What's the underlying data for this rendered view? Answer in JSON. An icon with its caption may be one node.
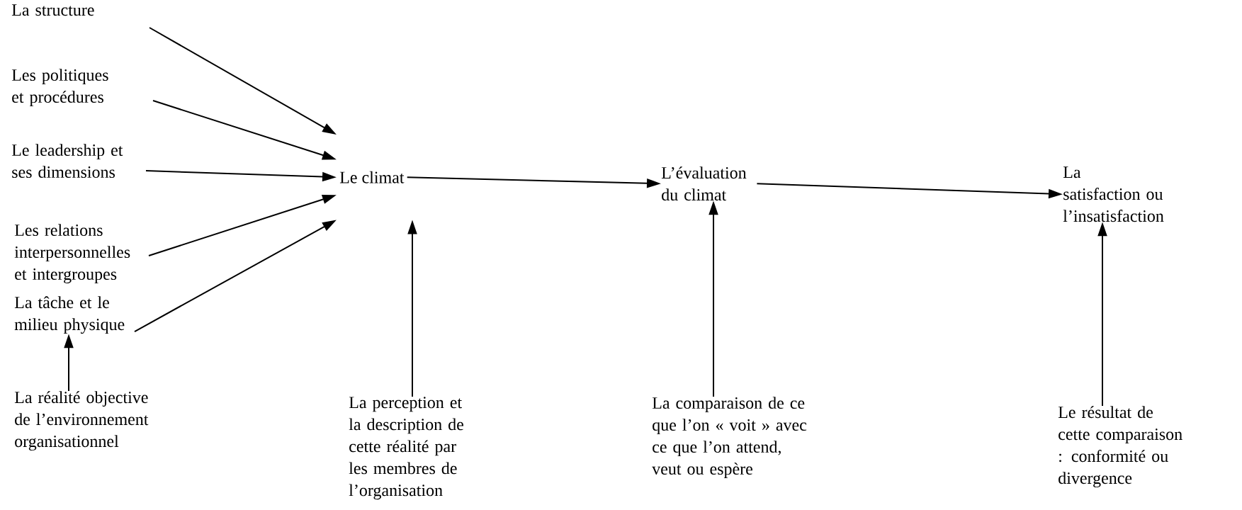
{
  "diagram": {
    "nodes": [
      {
        "text": [
          "La structure"
        ]
      },
      {
        "text": [
          "Les politiques et procédures"
        ]
      },
      {
        "text": [
          "Le leadership et ses dimensions"
        ]
      },
      {
        "text": [
          "Les relations interpersonnelles et intergroupes"
        ]
      },
      {
        "text": [
          "La tâche et le milieu physique"
        ]
      },
      {
        "text": [
          "Le climat"
        ]
      },
      {
        "text": [
          "L’évaluation du climat"
        ]
      },
      {
        "text": [
          "La satisfaction ou l’insatisfaction"
        ]
      },
      {
        "text": [
          "La réalité objective de l’environnement organisationnel"
        ]
      },
      {
        "text": [
          "La perception et la description de cette réalité par les membres de l’organisation"
        ]
      },
      {
        "text": [
          "La comparaison de ce que l’on « voit » avec ce que l’on attend, veut ou espère"
        ]
      },
      {
        "text": [
          "Le résultat de cette comparaison : conformité ou divergence"
        ]
      }
    ],
    "edges": [
      {
        "from": 0,
        "to": 5,
        "arrow": "to"
      },
      {
        "from": 1,
        "to": 5,
        "arrow": "to"
      },
      {
        "from": 2,
        "to": 5,
        "arrow": "to"
      },
      {
        "from": 3,
        "to": 5,
        "arrow": "to"
      },
      {
        "from": 4,
        "to": 5,
        "arrow": "to"
      },
      {
        "from": 8,
        "to": 4,
        "arrow": "to"
      },
      {
        "from": 5,
        "to": 6,
        "arrow": "to"
      },
      {
        "from": 6,
        "to": 7,
        "arrow": "to"
      },
      {
        "from": 9,
        "to": 5,
        "arrow": "to"
      },
      {
        "from": 10,
        "to": 6,
        "arrow": "to"
      },
      {
        "from": 11,
        "to": 7,
        "arrow": "to"
      }
    ]
  }
}
